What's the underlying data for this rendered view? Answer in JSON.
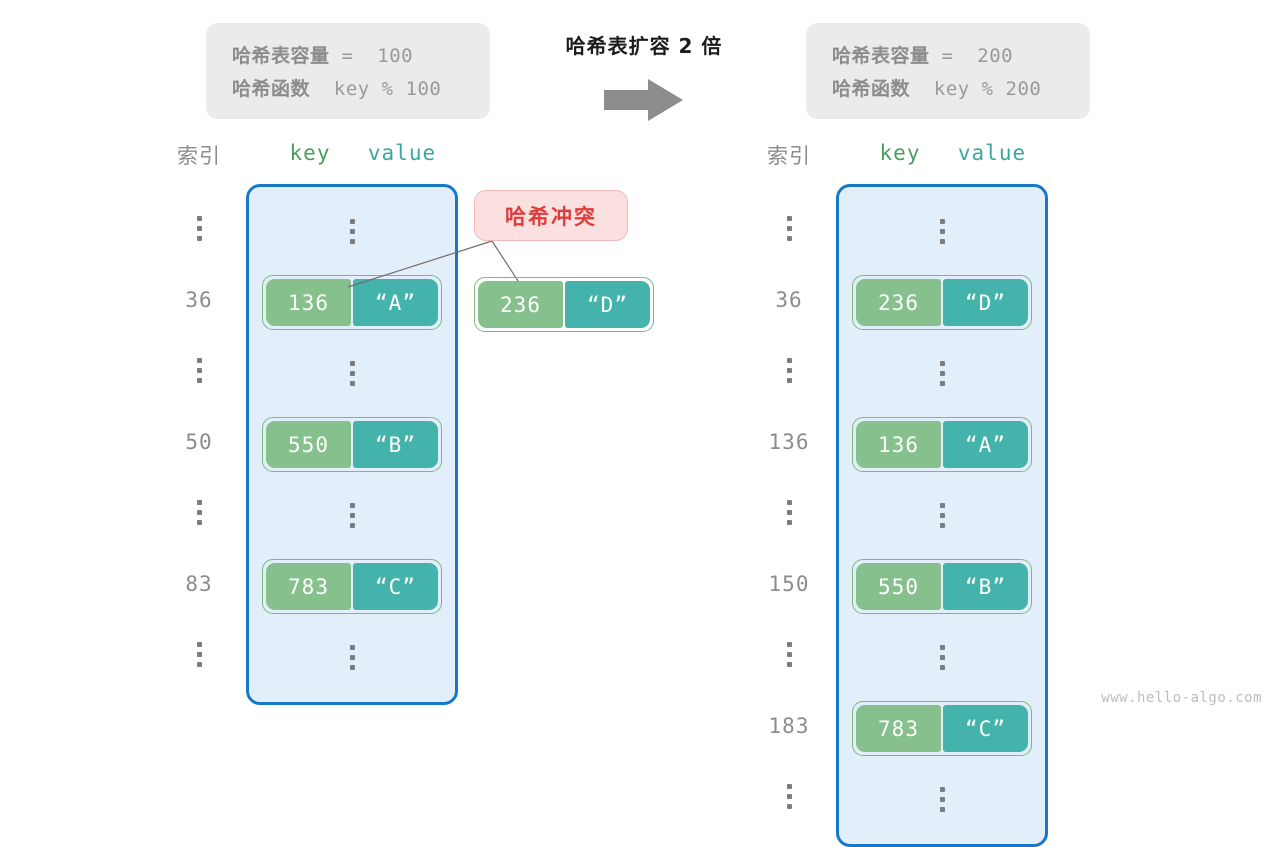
{
  "info_left": {
    "capacity_label": "哈希表容量",
    "capacity_value": " =  100",
    "function_label": "哈希函数",
    "function_value": "  key % 100"
  },
  "info_right": {
    "capacity_label": "哈希表容量",
    "capacity_value": " =  200",
    "function_label": "哈希函数",
    "function_value": "  key % 200"
  },
  "center": {
    "caption": "哈希表扩容 2 倍",
    "arrow_icon": "arrow-right-icon"
  },
  "headers": {
    "index": "索引",
    "key": "key",
    "value": "value"
  },
  "collision": {
    "badge_label": "哈希冲突",
    "key": "236",
    "value": "“D”"
  },
  "left_table": {
    "rows": [
      {
        "index": "",
        "ellipsis": true
      },
      {
        "index": "36",
        "key": "136",
        "value": "“A”"
      },
      {
        "index": "",
        "ellipsis": true
      },
      {
        "index": "50",
        "key": "550",
        "value": "“B”"
      },
      {
        "index": "",
        "ellipsis": true
      },
      {
        "index": "83",
        "key": "783",
        "value": "“C”"
      },
      {
        "index": "",
        "ellipsis": true
      }
    ]
  },
  "right_table": {
    "rows": [
      {
        "index": "",
        "ellipsis": true
      },
      {
        "index": "36",
        "key": "236",
        "value": "“D”"
      },
      {
        "index": "",
        "ellipsis": true
      },
      {
        "index": "136",
        "key": "136",
        "value": "“A”"
      },
      {
        "index": "",
        "ellipsis": true
      },
      {
        "index": "150",
        "key": "550",
        "value": "“B”"
      },
      {
        "index": "",
        "ellipsis": true
      },
      {
        "index": "183",
        "key": "783",
        "value": "“C”"
      },
      {
        "index": "",
        "ellipsis": true
      }
    ]
  },
  "watermark": "www.hello-algo.com",
  "colors": {
    "table_border": "#1878c8",
    "table_bg": "#e2effa",
    "key_cell": "#86c18d",
    "value_cell": "#43b3ab",
    "pair_border": "#7cb97f",
    "badge_bg": "#fbe0e0",
    "badge_text": "#e03c3c",
    "info_bg": "#ebebeb",
    "muted_text": "#8c8c8c"
  }
}
